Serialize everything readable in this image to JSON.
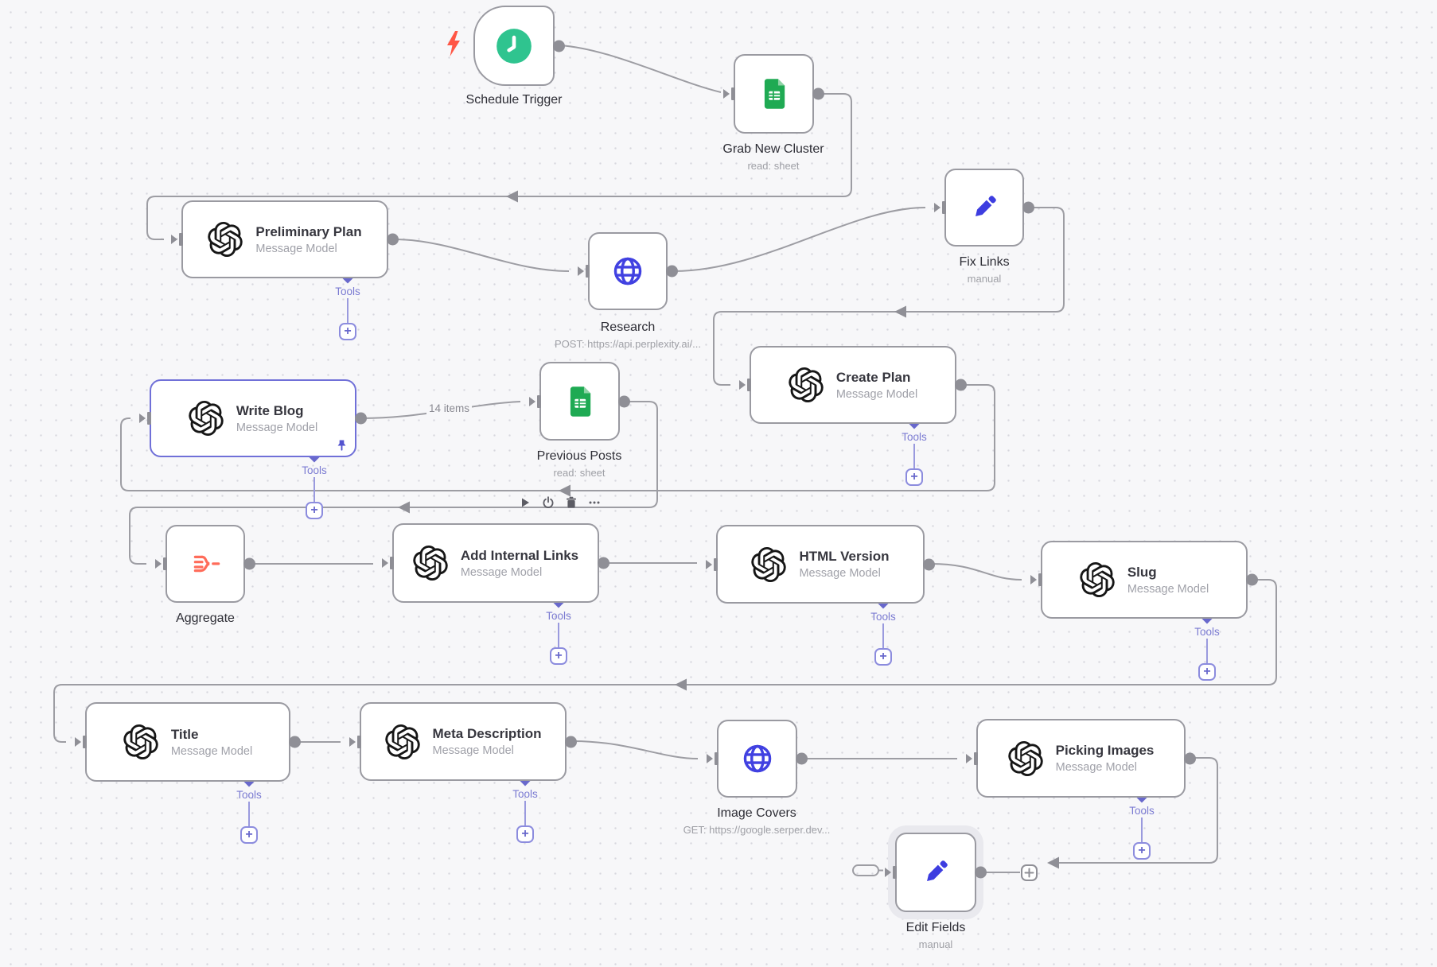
{
  "canvas": {
    "background": "#f7f7f9",
    "dot_color": "#d7d7de"
  },
  "labels": {
    "tools": "Tools",
    "plus": "+",
    "items_badge": "14 items"
  },
  "colors": {
    "wire": "#9d9da3",
    "port": "#8f8f96",
    "node_border": "#9a9aa1",
    "selected_border": "#7070d8",
    "purple": "#6868cc",
    "openai": "#161616",
    "sheets_green": "#1faa53",
    "globe_blue": "#4141e1",
    "pencil_blue": "#3d3de0",
    "clock_teal": "#2fc48f",
    "aggregate_coral": "#ff6c5a",
    "bolt_red": "#ff5645"
  },
  "nodes": {
    "schedule_trigger": {
      "title": "Schedule Trigger",
      "icon": "clock-icon"
    },
    "grab_new_cluster": {
      "title": "Grab New Cluster",
      "subtitle": "read: sheet",
      "icon": "sheets-icon"
    },
    "preliminary_plan": {
      "title": "Preliminary Plan",
      "subtitle": "Message Model",
      "icon": "openai-icon"
    },
    "research": {
      "title": "Research",
      "subtitle": "POST: https://api.perplexity.ai/...",
      "icon": "globe-icon"
    },
    "fix_links": {
      "title": "Fix Links",
      "subtitle": "manual",
      "icon": "pencil-icon"
    },
    "create_plan": {
      "title": "Create Plan",
      "subtitle": "Message Model",
      "icon": "openai-icon"
    },
    "write_blog": {
      "title": "Write Blog",
      "subtitle": "Message Model",
      "icon": "openai-icon",
      "selected": true,
      "pinned": true
    },
    "previous_posts": {
      "title": "Previous Posts",
      "subtitle": "read: sheet",
      "icon": "sheets-icon"
    },
    "aggregate": {
      "title": "Aggregate",
      "icon": "aggregate-icon"
    },
    "add_internal_links": {
      "title": "Add Internal Links",
      "subtitle": "Message Model",
      "icon": "openai-icon"
    },
    "html_version": {
      "title": "HTML Version",
      "subtitle": "Message Model",
      "icon": "openai-icon"
    },
    "slug": {
      "title": "Slug",
      "subtitle": "Message Model",
      "icon": "openai-icon"
    },
    "title_node": {
      "title": "Title",
      "subtitle": "Message Model",
      "icon": "openai-icon"
    },
    "meta_description": {
      "title": "Meta Description",
      "subtitle": "Message Model",
      "icon": "openai-icon"
    },
    "image_covers": {
      "title": "Image Covers",
      "subtitle": "GET: https://google.serper.dev...",
      "icon": "globe-icon"
    },
    "picking_images": {
      "title": "Picking Images",
      "subtitle": "Message Model",
      "icon": "openai-icon"
    },
    "edit_fields": {
      "title": "Edit Fields",
      "subtitle": "manual",
      "icon": "pencil-icon"
    }
  },
  "toolbar": {
    "icons": [
      "play-icon",
      "power-icon",
      "trash-icon",
      "ellipsis-icon"
    ]
  }
}
